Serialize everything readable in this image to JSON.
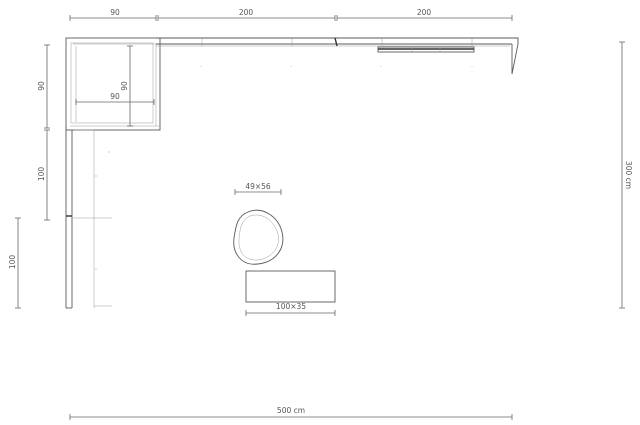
{
  "dimensions": {
    "top_left": "90",
    "top_mid": "200",
    "top_right": "200",
    "left_upper": "90",
    "left_mid": "100",
    "left_lower": "100",
    "corner_width": "90",
    "corner_depth": "90",
    "right_total": "300 cm",
    "bottom_total": "500 cm"
  },
  "furniture": {
    "ottoman_label": "49×56",
    "table_label": "100×35"
  },
  "colors": {
    "line": "#5a5a5a",
    "text": "#555555",
    "background": "#ffffff"
  }
}
